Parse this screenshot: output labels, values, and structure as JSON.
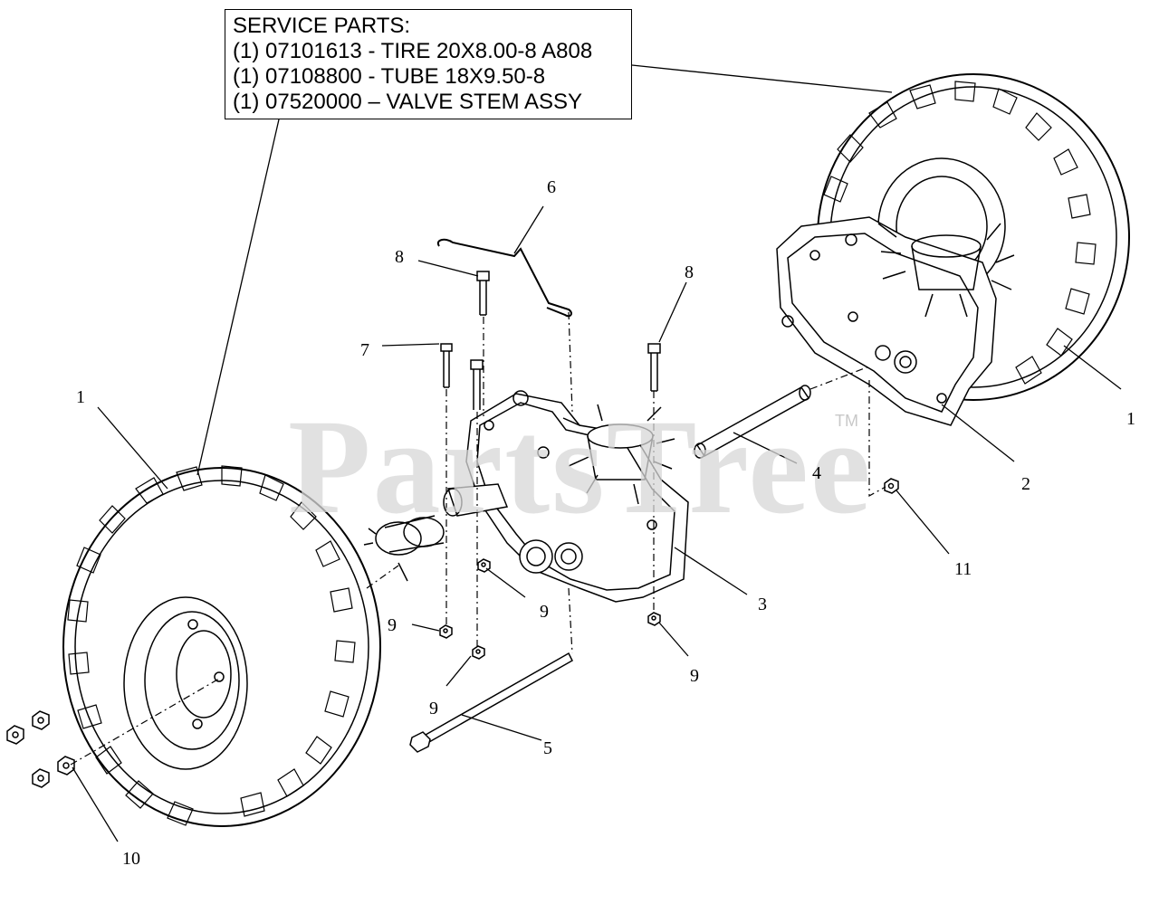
{
  "service_parts": {
    "heading": "SERVICE PARTS:",
    "lines": [
      "(1) 07101613 - TIRE 20X8.00-8 A808",
      "(1) 07108800 - TUBE 18X9.50-8",
      "(1) 07520000 – VALVE STEM ASSY"
    ]
  },
  "watermark": {
    "text": "PartsTree",
    "tm": "TM"
  },
  "callouts": [
    {
      "id": "c1-left",
      "label": "1"
    },
    {
      "id": "c1-right",
      "label": "1"
    },
    {
      "id": "c2",
      "label": "2"
    },
    {
      "id": "c3",
      "label": "3"
    },
    {
      "id": "c4",
      "label": "4"
    },
    {
      "id": "c5",
      "label": "5"
    },
    {
      "id": "c6",
      "label": "6"
    },
    {
      "id": "c7",
      "label": "7"
    },
    {
      "id": "c8-left",
      "label": "8"
    },
    {
      "id": "c8-right",
      "label": "8"
    },
    {
      "id": "c9-a",
      "label": "9"
    },
    {
      "id": "c9-b",
      "label": "9"
    },
    {
      "id": "c9-c",
      "label": "9"
    },
    {
      "id": "c9-d",
      "label": "9"
    },
    {
      "id": "c10",
      "label": "10"
    },
    {
      "id": "c11",
      "label": "11"
    }
  ]
}
